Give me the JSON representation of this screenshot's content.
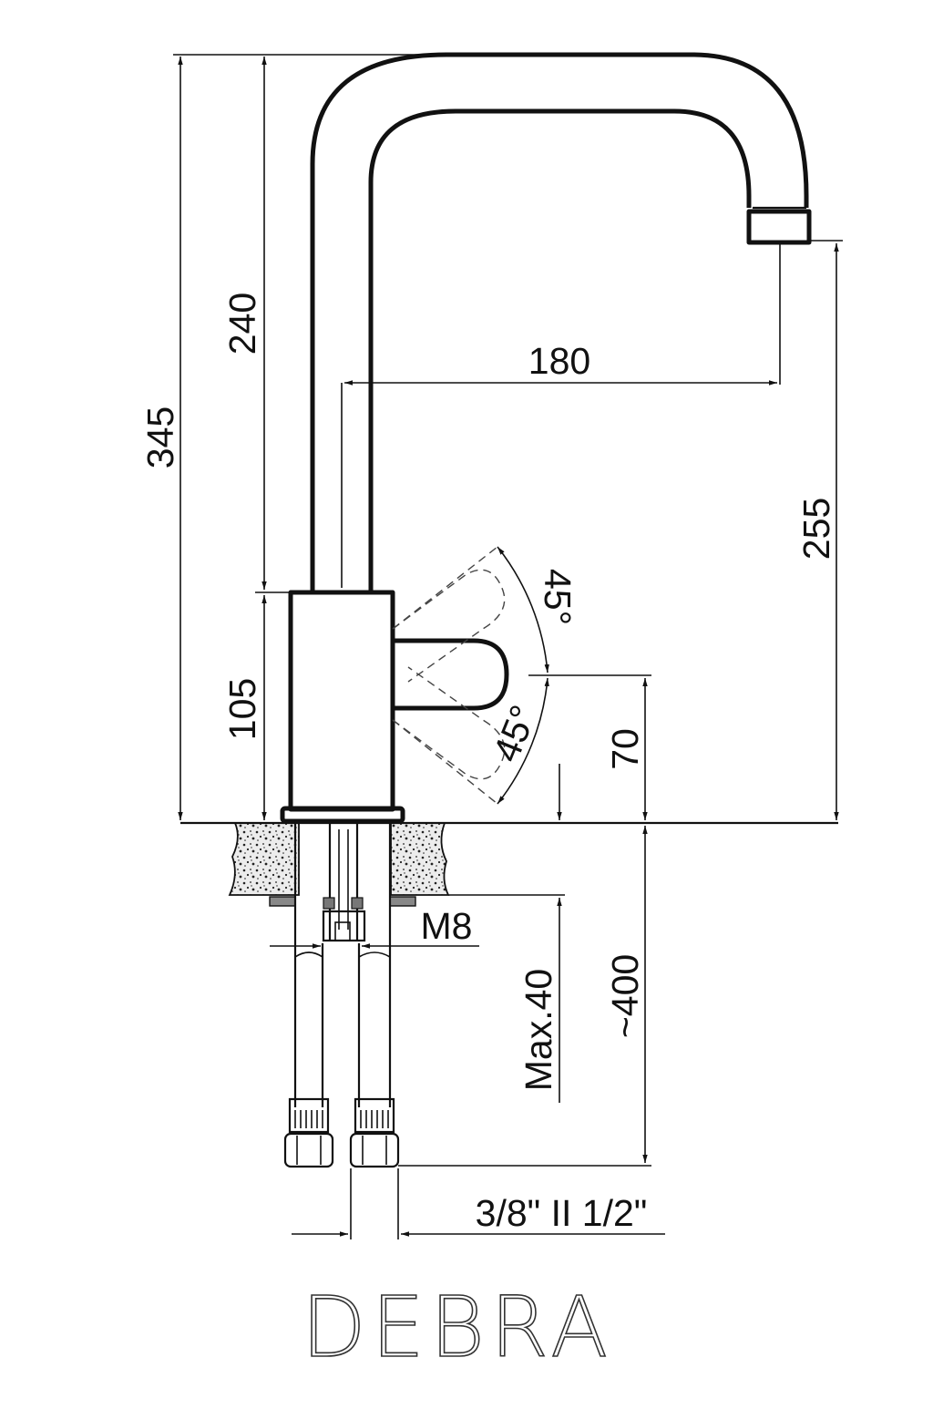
{
  "product": {
    "name": "DEBRA"
  },
  "dimensions": {
    "total_height": "345",
    "spout_height": "240",
    "body_height": "105",
    "spout_reach": "180",
    "outlet_height": "255",
    "lever_height": "70",
    "lever_angle_up": "45°",
    "lever_angle_down": "45°",
    "stud_thread": "M8",
    "max_counter_thickness": "Max.40",
    "hose_length": "~400",
    "hose_connection": "3/8\" II 1/2\""
  },
  "colors": {
    "line": "#111111",
    "stone_fill": "#d9d9d9"
  }
}
